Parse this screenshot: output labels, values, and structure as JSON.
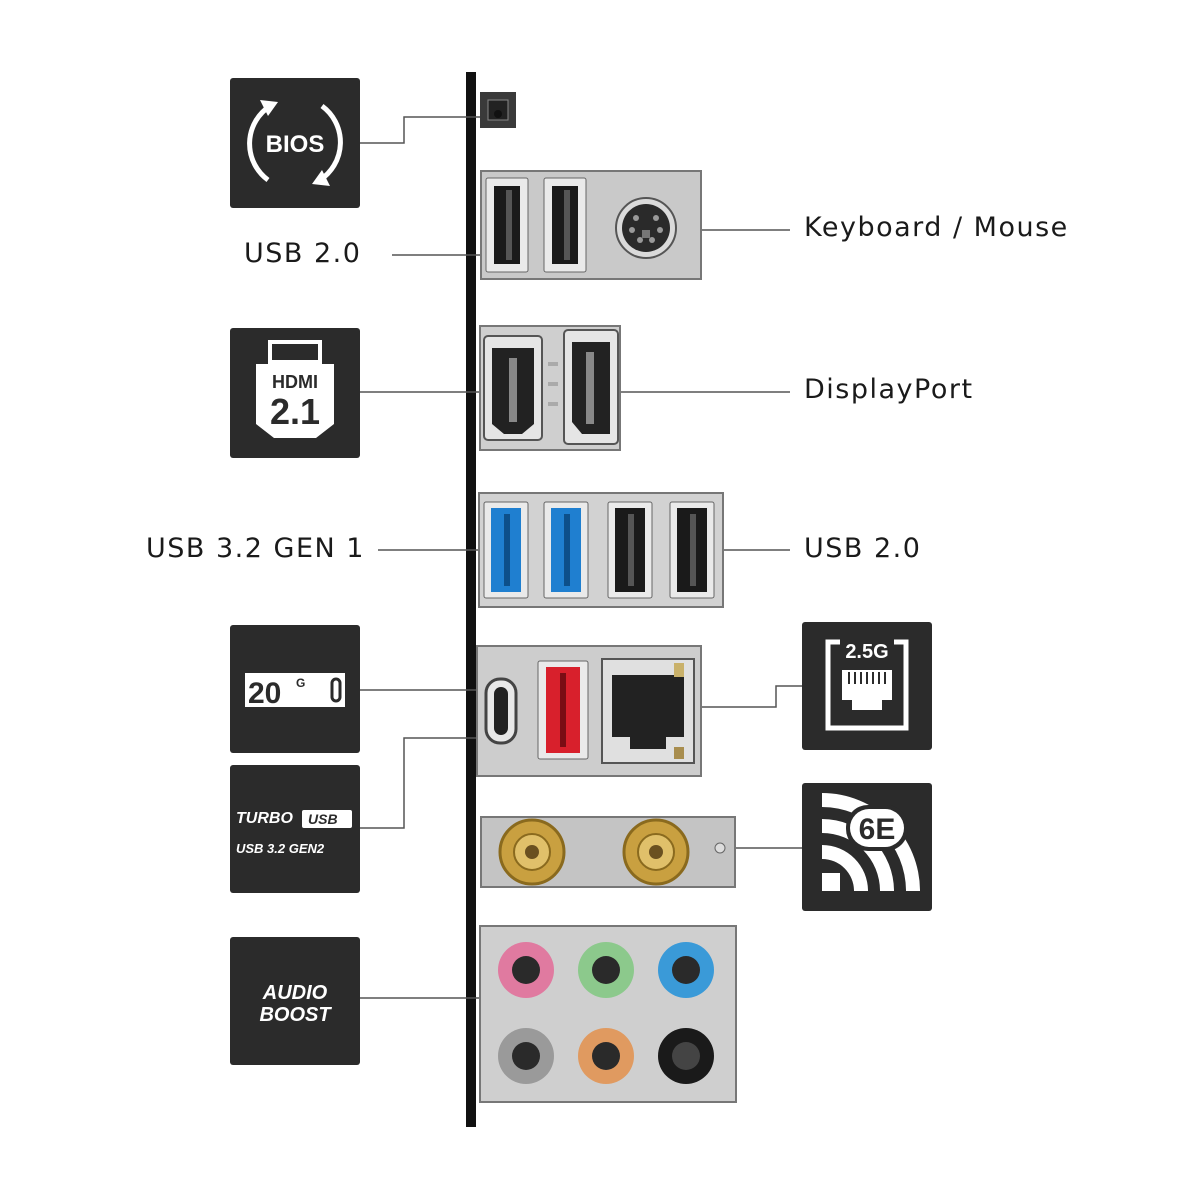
{
  "labels": {
    "usb20_top": "USB 2.0",
    "keyboard_mouse": "Keyboard / Mouse",
    "displayport": "DisplayPort",
    "usb32_gen1": "USB 3.2 GEN 1",
    "usb20_right": "USB 2.0"
  },
  "icons": {
    "bios": {
      "text": "BIOS",
      "icon": "bios-flashback-icon"
    },
    "hdmi": {
      "line1": "HDMI",
      "line2": "2.1",
      "icon": "hdmi-icon"
    },
    "usbc20g": {
      "big": "20",
      "sup": "G",
      "icon": "usb-c-20g-icon"
    },
    "turbo": {
      "turbo": "TURBO",
      "usb": "USB",
      "gen": "USB 3.2 GEN2",
      "icon": "turbo-usb-icon"
    },
    "audio": {
      "line1": "AUDIO",
      "line2": "BOOST",
      "icon": "audio-boost-icon"
    },
    "lan": {
      "text": "2.5G",
      "icon": "lan-2.5g-icon"
    },
    "wifi": {
      "text": "6E",
      "icon": "wifi-6e-icon"
    }
  },
  "colors": {
    "icon_bg": "#2b2b2b",
    "usb3_blue": "#1f7fd0",
    "turbo_red": "#d8202c",
    "audio_pink": "#e07aa0",
    "audio_green": "#8cc98c",
    "audio_blue": "#3a9ad8",
    "audio_grey": "#9a9a9a",
    "audio_orange": "#e09a60",
    "audio_black": "#1a1a1a"
  }
}
